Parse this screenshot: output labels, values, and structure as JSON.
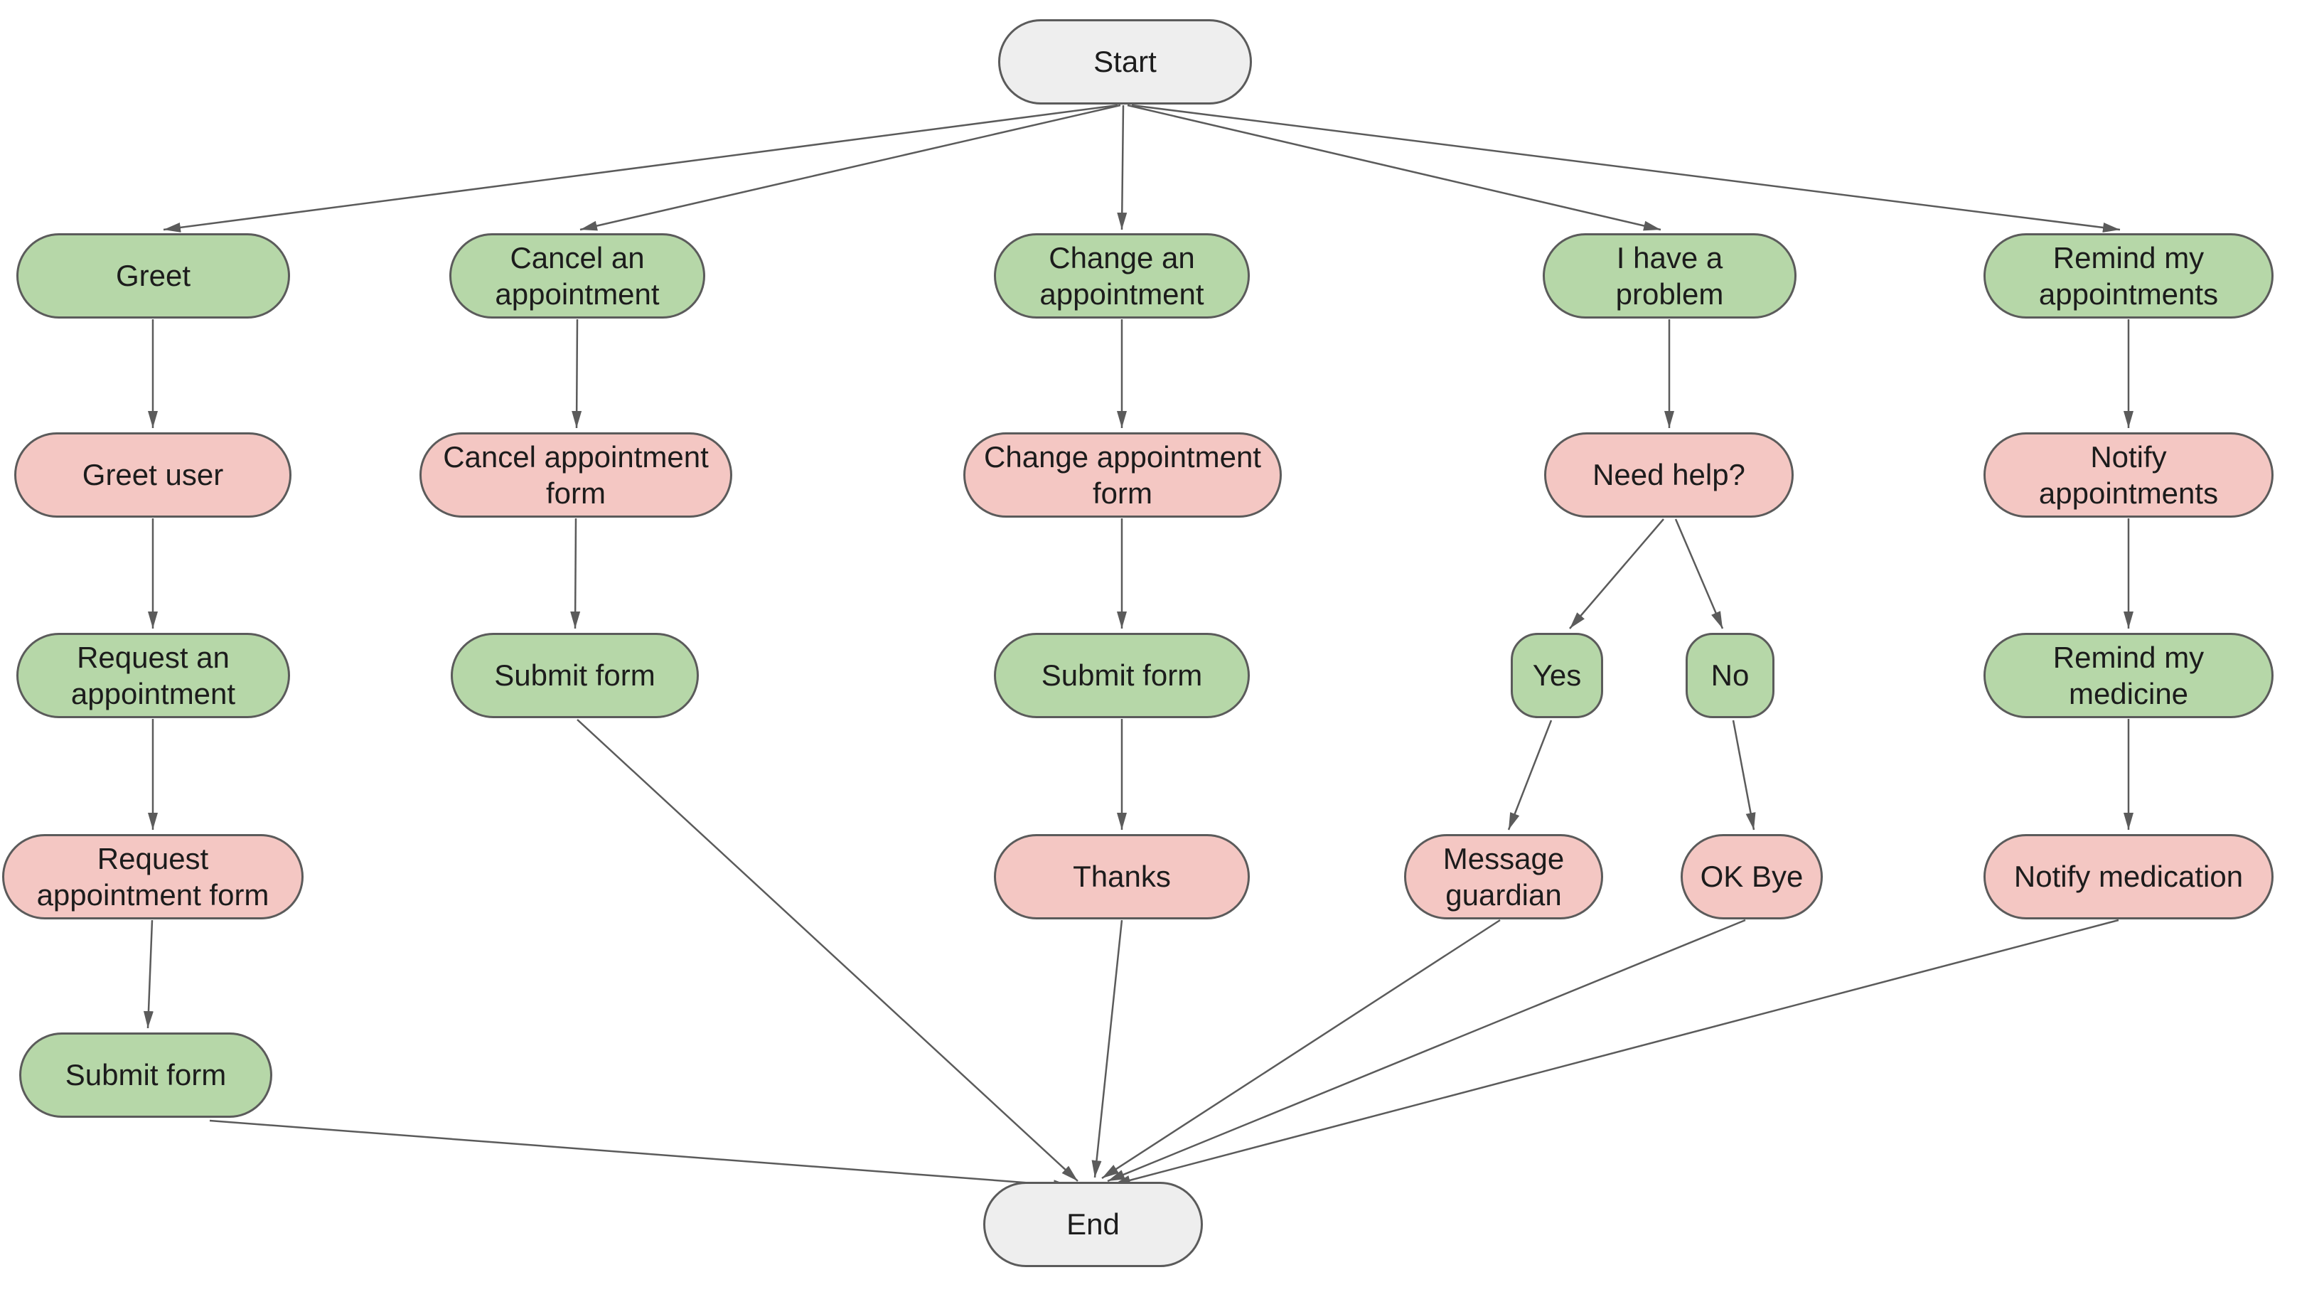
{
  "diagram": {
    "kind": "chatbot-conversation-flowchart",
    "background": "#ffffff",
    "palette": {
      "user_intent_fill": "#b6d7a8",
      "bot_action_fill": "#f4c7c3",
      "terminal_fill": "#eeeeee",
      "node_border": "#5b5b5b",
      "edge_color": "#5b5b5b",
      "text_color": "#1c1c1c"
    },
    "nodes": {
      "start": {
        "label": "Start",
        "role": "terminal"
      },
      "end": {
        "label": "End",
        "role": "terminal"
      },
      "greet": {
        "label": "Greet",
        "role": "user-intent"
      },
      "greet_user": {
        "label": "Greet user",
        "role": "bot-action"
      },
      "request_an_appointment": {
        "label": "Request an appointment",
        "role": "user-intent"
      },
      "request_appointment_form": {
        "label": "Request appointment form",
        "role": "bot-action"
      },
      "submit_form_1": {
        "label": "Submit form",
        "role": "user-intent"
      },
      "cancel_appointment": {
        "label": "Cancel an appointment",
        "role": "user-intent"
      },
      "cancel_appointment_form": {
        "label": "Cancel appointment form",
        "role": "bot-action"
      },
      "submit_form_2": {
        "label": "Submit form",
        "role": "user-intent"
      },
      "change_appointment": {
        "label": "Change an appointment",
        "role": "user-intent"
      },
      "change_appointment_form": {
        "label": "Change appointment form",
        "role": "bot-action"
      },
      "submit_form_3": {
        "label": "Submit form",
        "role": "user-intent"
      },
      "thanks": {
        "label": "Thanks",
        "role": "bot-action"
      },
      "i_have_a_problem": {
        "label": "I have a problem",
        "role": "user-intent"
      },
      "need_help": {
        "label": "Need help?",
        "role": "bot-action"
      },
      "yes": {
        "label": "Yes",
        "role": "user-intent"
      },
      "no": {
        "label": "No",
        "role": "user-intent"
      },
      "message_guardian": {
        "label": "Message guardian",
        "role": "bot-action"
      },
      "ok_bye": {
        "label": "OK Bye",
        "role": "bot-action"
      },
      "remind_my_appointments": {
        "label": "Remind my appointments",
        "role": "user-intent"
      },
      "notify_appointments": {
        "label": "Notify appointments",
        "role": "bot-action"
      },
      "remind_my_medicine": {
        "label": "Remind my medicine",
        "role": "user-intent"
      },
      "notify_medication": {
        "label": "Notify medication",
        "role": "bot-action"
      }
    },
    "edges": [
      {
        "from": "start",
        "to": "greet"
      },
      {
        "from": "start",
        "to": "cancel_appointment"
      },
      {
        "from": "start",
        "to": "change_appointment"
      },
      {
        "from": "start",
        "to": "i_have_a_problem"
      },
      {
        "from": "start",
        "to": "remind_my_appointments"
      },
      {
        "from": "greet",
        "to": "greet_user"
      },
      {
        "from": "greet_user",
        "to": "request_an_appointment"
      },
      {
        "from": "request_an_appointment",
        "to": "request_appointment_form"
      },
      {
        "from": "request_appointment_form",
        "to": "submit_form_1"
      },
      {
        "from": "submit_form_1",
        "to": "end"
      },
      {
        "from": "cancel_appointment",
        "to": "cancel_appointment_form"
      },
      {
        "from": "cancel_appointment_form",
        "to": "submit_form_2"
      },
      {
        "from": "submit_form_2",
        "to": "end"
      },
      {
        "from": "change_appointment",
        "to": "change_appointment_form"
      },
      {
        "from": "change_appointment_form",
        "to": "submit_form_3"
      },
      {
        "from": "submit_form_3",
        "to": "thanks"
      },
      {
        "from": "thanks",
        "to": "end"
      },
      {
        "from": "i_have_a_problem",
        "to": "need_help"
      },
      {
        "from": "need_help",
        "to": "yes"
      },
      {
        "from": "need_help",
        "to": "no"
      },
      {
        "from": "yes",
        "to": "message_guardian"
      },
      {
        "from": "no",
        "to": "ok_bye"
      },
      {
        "from": "message_guardian",
        "to": "end"
      },
      {
        "from": "ok_bye",
        "to": "end"
      },
      {
        "from": "remind_my_appointments",
        "to": "notify_appointments"
      },
      {
        "from": "notify_appointments",
        "to": "remind_my_medicine"
      },
      {
        "from": "remind_my_medicine",
        "to": "notify_medication"
      },
      {
        "from": "notify_medication",
        "to": "end"
      }
    ]
  }
}
